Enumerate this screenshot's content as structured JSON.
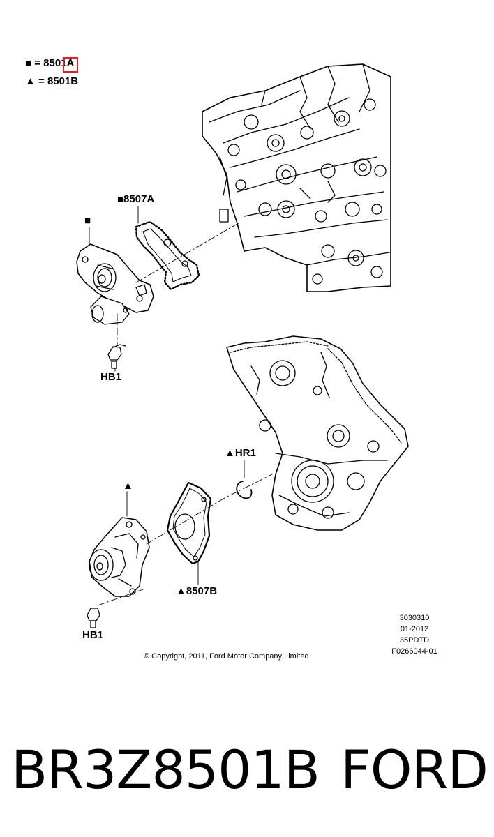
{
  "legend": {
    "square_line": "■ = 8501A",
    "triangle_line": "▲ = 8501B"
  },
  "labels": {
    "gasket_a": "■8507A",
    "pump_a_marker": "■",
    "bolt_top": "HB1",
    "ring": "▲HR1",
    "pump_b_marker": "▲",
    "gasket_b": "▲8507B",
    "bolt_bottom": "HB1"
  },
  "meta": {
    "line1": "3030310",
    "line2": "01-2012",
    "line3": "35PDTD",
    "line4": "F0266044-01"
  },
  "copyright": "© Copyright, 2011, Ford Motor Company Limited",
  "footer": {
    "part_number": "BR3Z8501B",
    "brand": "FORD"
  },
  "colors": {
    "highlight": "#e02020",
    "ink": "#000000"
  }
}
